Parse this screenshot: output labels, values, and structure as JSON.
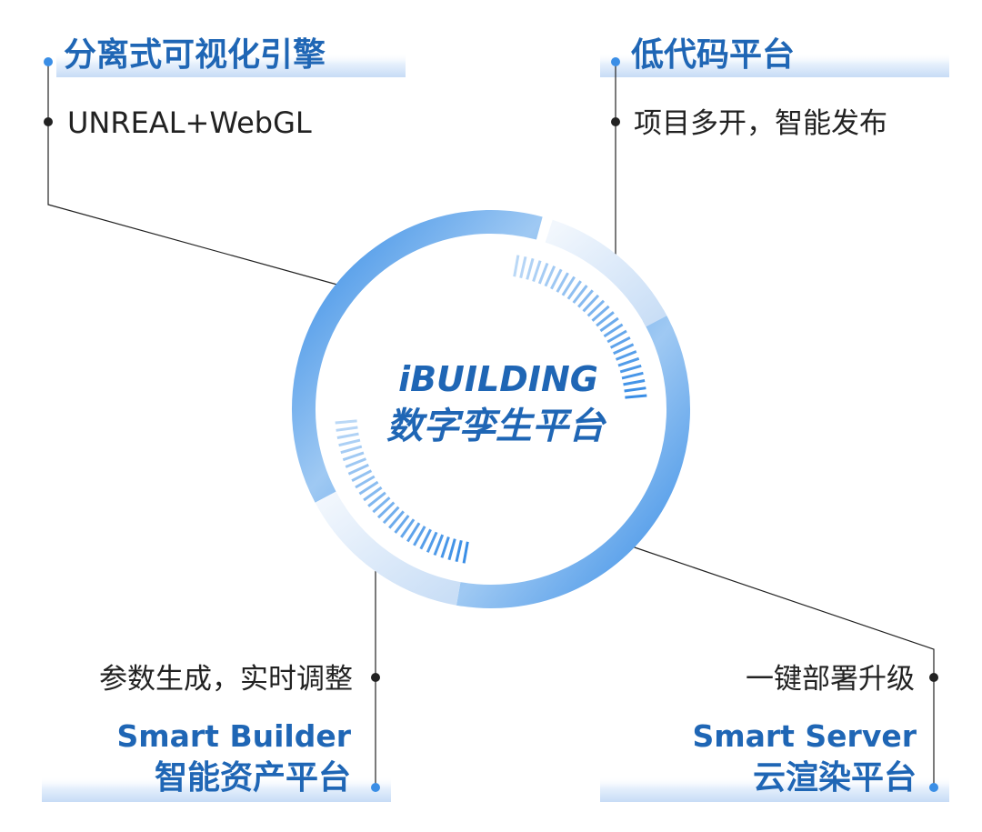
{
  "center": {
    "title": "iBUILDING",
    "subtitle": "数字孪生平台"
  },
  "nodes": {
    "top_left": {
      "title": "分离式可视化引擎",
      "desc": "UNREAL+WebGL"
    },
    "top_right": {
      "title": "低代码平台",
      "desc": "项目多开，智能发布"
    },
    "bottom_left": {
      "title_en": "Smart Builder",
      "title": "智能资产平台",
      "desc": "参数生成，实时调整"
    },
    "bottom_right": {
      "title_en": "Smart Server",
      "title": "云渲染平台",
      "desc": "一键部署升级"
    }
  },
  "colors": {
    "brand": "#1f66b5",
    "accent": "#3a8ee6",
    "ring_light": "#dcebfb",
    "label_band": "#cfe2f8",
    "connector": "#222222"
  }
}
